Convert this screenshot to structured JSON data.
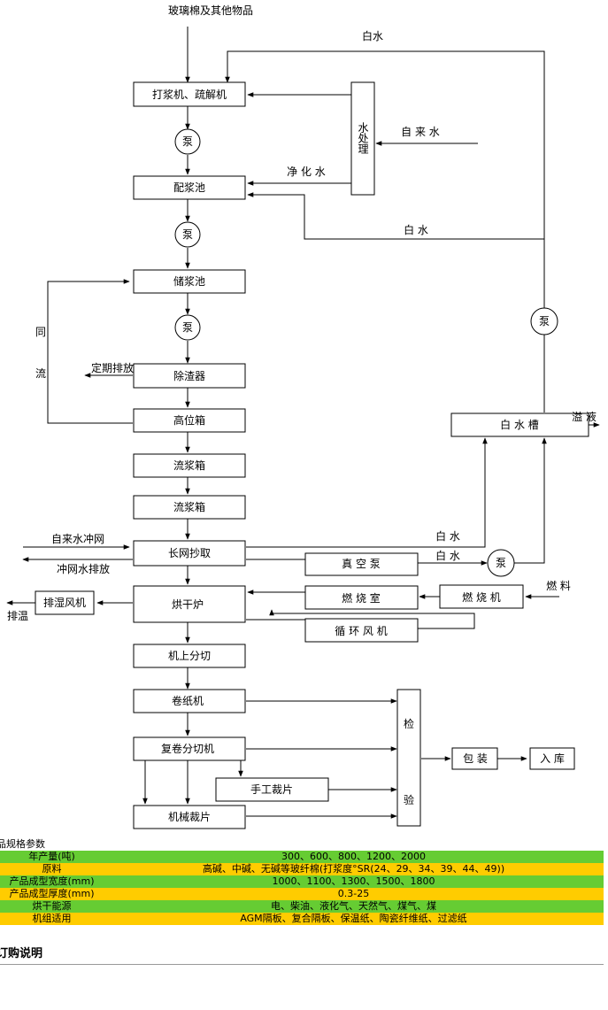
{
  "flow": {
    "input_label": "玻璃棉及其他物品",
    "white_water_top": "白水",
    "pulper": "打浆机、疏解机",
    "water_treatment": "水处理",
    "tap_water": "自 来 水",
    "purified_water": "净 化 水",
    "pump": "泵",
    "mixing_tank": "配浆池",
    "white_water_mid": "白 水",
    "storage_tank": "储浆池",
    "recycle_side_1": "同",
    "recycle_side_2": "流",
    "periodic_discharge": "定期排放",
    "deslagger": "除渣器",
    "head_box": "高位箱",
    "flow_box_1": "流浆箱",
    "flow_box_2": "流浆箱",
    "white_water_tank": "白 水 槽",
    "overflow": "溢 液",
    "tap_flush": "自来水冲网",
    "flush_drain": "冲网水排放",
    "fourdrinier": "长网抄取",
    "white_water_a": "白 水",
    "white_water_b": "白 水",
    "vacuum_pump": "真 空 泵",
    "exhaust_fan": "排湿风机",
    "exhaust": "排温",
    "dryer": "烘干炉",
    "combustion_chamber": "燃 烧 室",
    "burner": "燃 烧 机",
    "fuel": "燃 料",
    "circulating_fan": "循 环 风 机",
    "inline_cutting": "机上分切",
    "winder": "卷纸机",
    "inspect_1": "检",
    "inspect_2": "验",
    "packaging": "包 装",
    "warehouse": "入 库",
    "rewinder": "复卷分切机",
    "manual_cut": "手工裁片",
    "machine_cut": "机械裁片"
  },
  "specs": {
    "title": "品规格参数",
    "rows": [
      {
        "key": "年产量(吨)",
        "value": "300、600、800、1200、2000",
        "color": "#66cc33"
      },
      {
        "key": "原料",
        "value": "高碱、中碱、无碱等玻纤棉(打浆度°SR(24、29、34、39、44、49))",
        "color": "#ffcc00"
      },
      {
        "key": "产品成型宽度(mm)",
        "value": "1000、1100、1300、1500、1800",
        "color": "#66cc33"
      },
      {
        "key": "产品成型厚度(mm)",
        "value": "0.3-25",
        "color": "#ffcc00"
      },
      {
        "key": "烘干能源",
        "value": "电、柴油、液化气、天然气、煤气、煤",
        "color": "#66cc33"
      },
      {
        "key": "机组适用",
        "value": "AGM隔板、复合隔板、保温纸、陶瓷纤维纸、过滤纸",
        "color": "#ffcc00"
      }
    ]
  },
  "order": {
    "title": "订购说明"
  }
}
